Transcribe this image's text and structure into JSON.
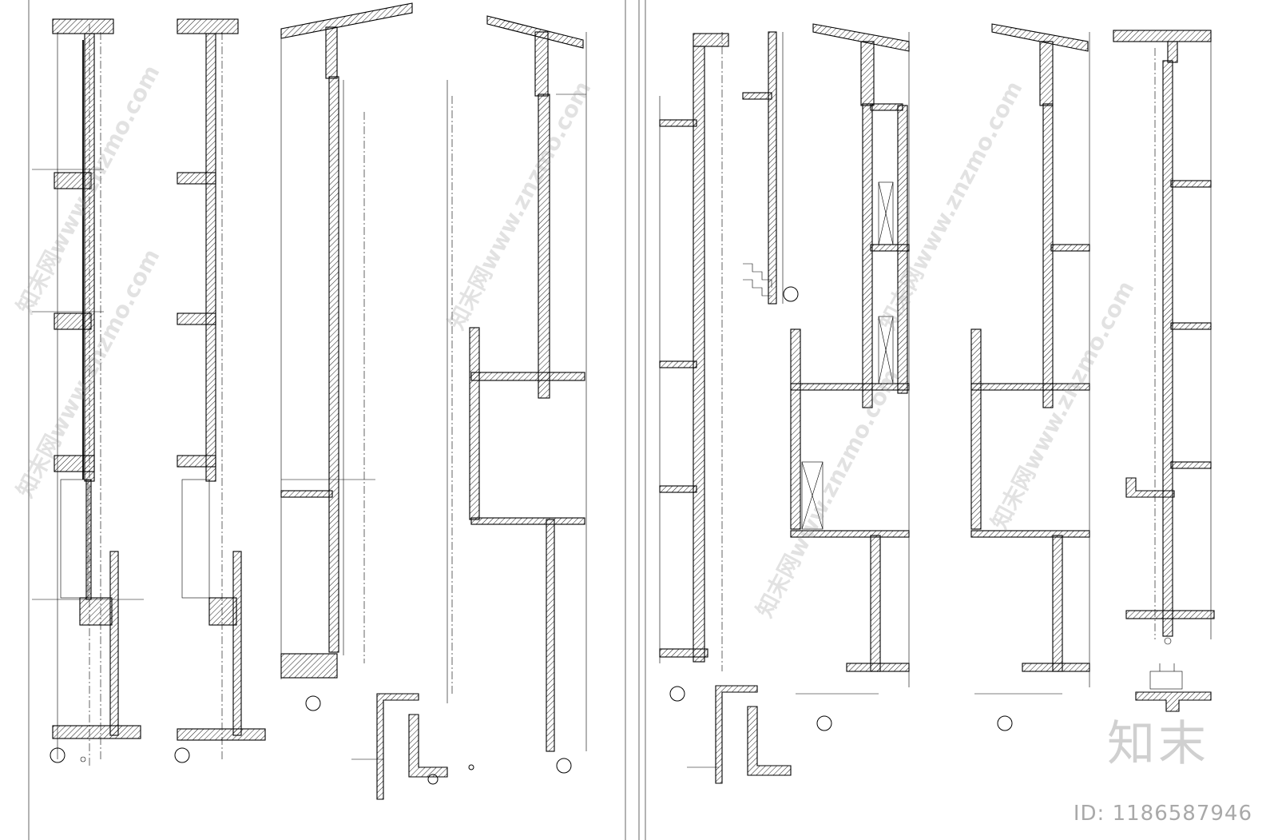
{
  "drawing": {
    "subject": "wall-section-details",
    "line_color": "#000000",
    "background": "#ffffff"
  },
  "watermarks": {
    "site_text": "知末网www.znzmo.com",
    "logo_text": "知末",
    "id_text": "ID: 1186587946",
    "color": "#aaaaaa"
  }
}
